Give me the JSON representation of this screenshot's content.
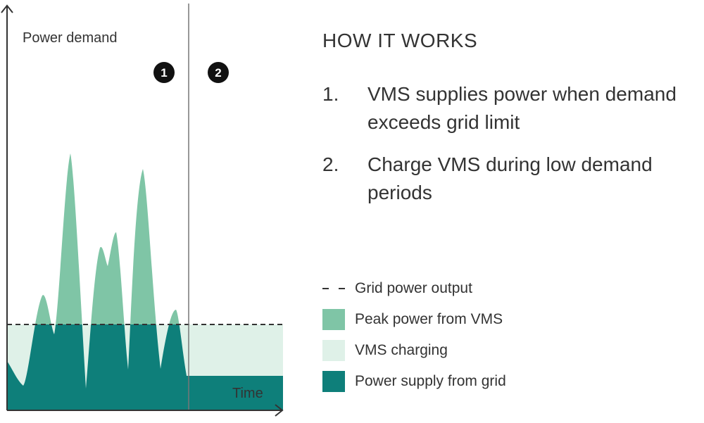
{
  "diagram": {
    "y_axis_label": "Power demand",
    "x_axis_label": "Time",
    "phases": [
      "1",
      "2"
    ]
  },
  "how_it_works": {
    "title": "HOW IT WORKS",
    "steps": [
      {
        "number": "1.",
        "text": "VMS supplies power when demand exceeds grid limit"
      },
      {
        "number": "2.",
        "text": "Charge VMS during low demand periods"
      }
    ]
  },
  "legend": {
    "items": [
      {
        "label": "Grid power output",
        "style": "dashed-line"
      },
      {
        "label": "Peak power from VMS",
        "color": "#7fc5a6"
      },
      {
        "label": "VMS charging",
        "color": "#dff1e8"
      },
      {
        "label": "Power supply from grid",
        "color": "#0e7f7a"
      }
    ]
  },
  "colors": {
    "peak_vms": "#7fc5a6",
    "vms_charging": "#dff1e8",
    "grid_supply": "#0e7f7a",
    "axis": "#333333",
    "phase_badge": "#111111"
  }
}
